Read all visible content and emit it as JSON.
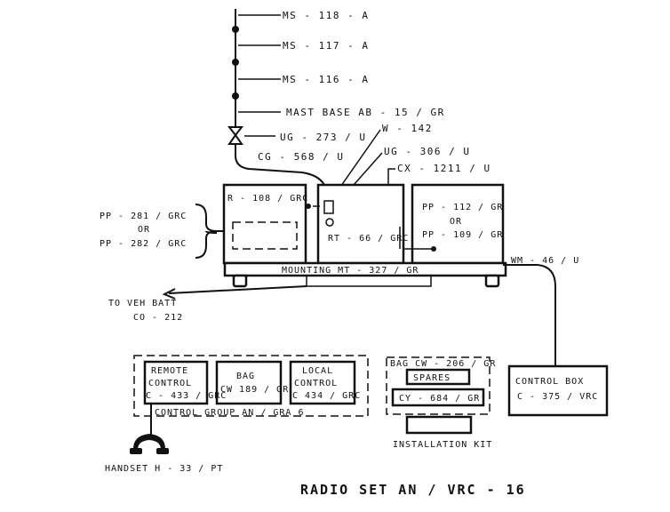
{
  "mast": {
    "ms118": "MS - 118 - A",
    "ms117": "MS - 117 - A",
    "ms116": "MS - 116 - A",
    "base": "MAST BASE  AB - 15 / GR"
  },
  "connectors": {
    "ug273": "UG - 273 / U",
    "w142": "W - 142",
    "cg568": "CG - 568 / U",
    "ug306": "UG - 306 / U",
    "cx1211": "CX - 1211 / U",
    "wm46": "WM - 46 / U"
  },
  "units": {
    "r108": "R - 108 / GRC",
    "rt66": "RT - 66 / GRC",
    "pp112": "PP - 112 / GR",
    "pp_or": "OR",
    "pp109": "PP - 109 / GR",
    "mounting": "MOUNTING  MT - 327 / GR"
  },
  "power": {
    "pp281": "PP - 281 / GRC",
    "or": "OR",
    "pp282": "PP - 282 / GRC"
  },
  "battery": {
    "line1": "TO VEH BATT",
    "line2": "CO - 212"
  },
  "control_group": {
    "remote_1": "REMOTE",
    "remote_2": "CONTROL",
    "remote_3": "C - 433 / GRC",
    "bag_1": "BAG",
    "bag_2": "CW 189 / GR",
    "local_1": "LOCAL",
    "local_2": "CONTROL",
    "local_3": "C  434 / GRC",
    "caption": "CONTROL  GROUP  AN  /  GRA  6"
  },
  "handset": "HANDSET  H - 33 / PT",
  "spares": {
    "bag": "BAG  CW - 206 / GR",
    "spares": "SPARES",
    "cy684": "CY - 684 / GR",
    "kit": "INSTALLATION  KIT"
  },
  "control_box": {
    "line1": "CONTROL  BOX",
    "line2": "C - 375  /  VRC"
  },
  "title": "RADIO  SET  AN / VRC - 16"
}
